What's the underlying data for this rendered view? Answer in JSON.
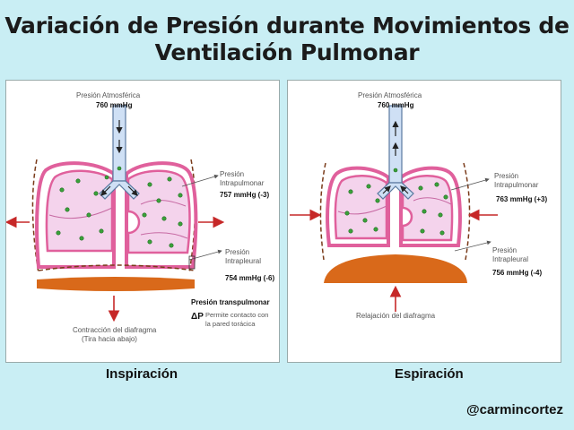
{
  "title_line1": "Variación de Presión durante Movimientos de",
  "title_line2": "Ventilación Pulmonar",
  "colors": {
    "background": "#c9eef4",
    "lung_fill": "#f4d3ec",
    "lung_outline": "#e0609c",
    "diaphragm": "#d9691a",
    "arrow_red": "#c62828",
    "dots": "#3aa23a",
    "trachea": "#cfe0f5"
  },
  "inspiration": {
    "atm_label": "Presión Atmosférica",
    "atm_value": "760 mmHg",
    "intrapulm_label_1": "Presión",
    "intrapulm_label_2": "Intrapulmonar",
    "intrapulm_value": "757 mmHg (-3)",
    "intrapleural_label_1": "Presión",
    "intrapleural_label_2": "Intrapleural",
    "intrapleural_value": "754 mmHg (-6)",
    "transpulm_label": "Presión transpulmonar",
    "delta_symbol": "ΔP",
    "transpulm_desc_1": "Permite contacto con",
    "transpulm_desc_2": "la pared torácica",
    "diaphragm_label_1": "Contracción del diafragma",
    "diaphragm_label_2": "(Tira hacia abajo)",
    "caption": "Inspiración"
  },
  "expiration": {
    "atm_label": "Presión Atmosférica",
    "atm_value": "760 mmHg",
    "intrapulm_label_1": "Presión",
    "intrapulm_label_2": "Intrapulmonar",
    "intrapulm_value": "763 mmHg (+3)",
    "intrapleural_label_1": "Presión",
    "intrapleural_label_2": "Intrapleural",
    "intrapleural_value": "756 mmHg (-4)",
    "diaphragm_label": "Relajación del diafragma",
    "caption": "Espiración"
  },
  "handle": "@carmincortez"
}
